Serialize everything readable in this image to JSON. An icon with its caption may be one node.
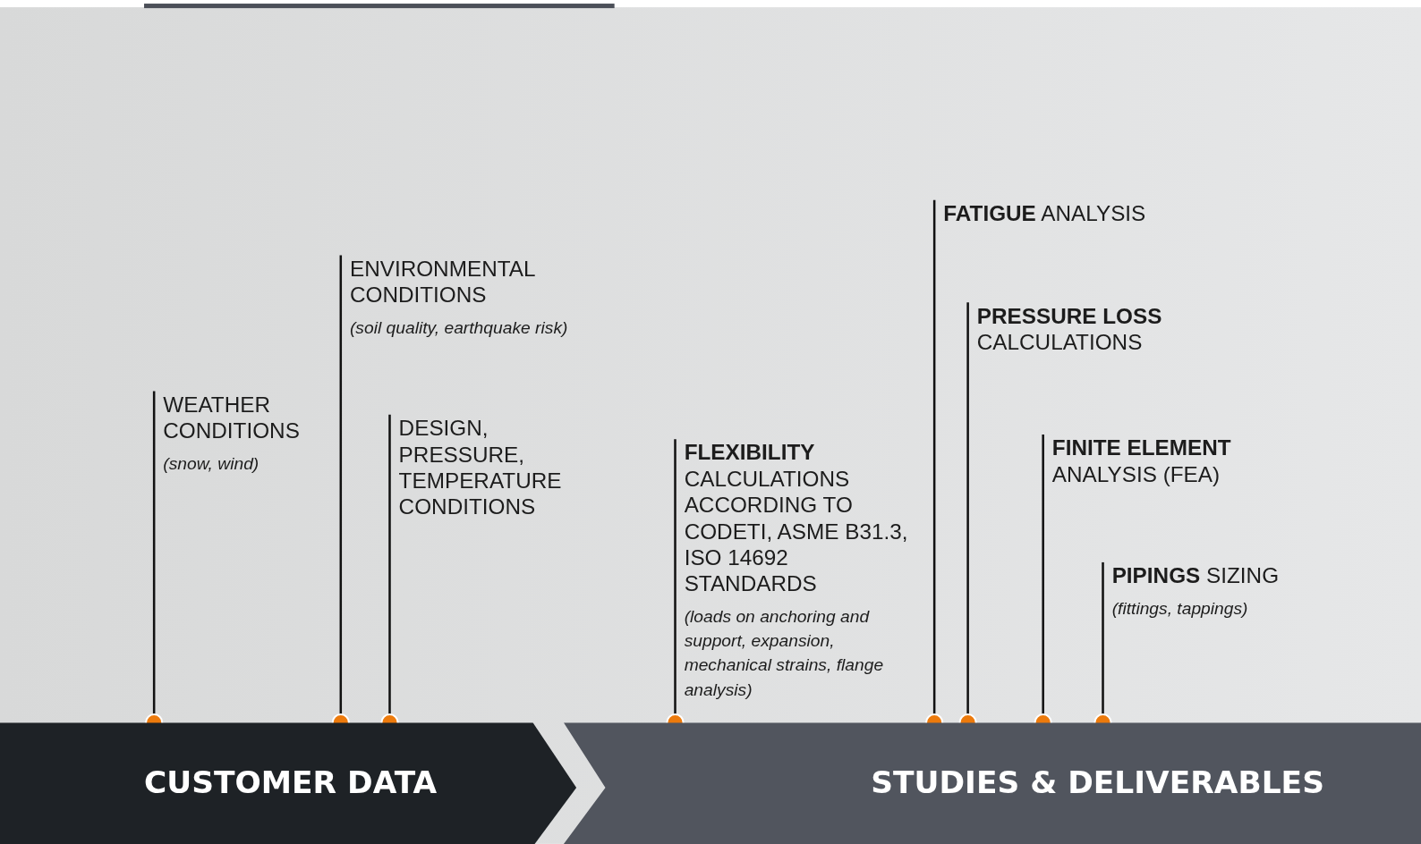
{
  "diagram": {
    "nodes": [
      {
        "text": [
          "CUSTOMER DATA"
        ]
      },
      {
        "text": [
          "STUDIES & DELIVERABLES"
        ]
      },
      {
        "text": [
          "WEATHER CONDITIONS",
          "(snow, wind)"
        ]
      },
      {
        "text": [
          "ENVIRONMENTAL CONDITIONS",
          "(soil quality, earthquake risk)"
        ]
      },
      {
        "text": [
          "DESIGN, PRESSURE, TEMPERATURE CONDITIONS"
        ]
      },
      {
        "text": [
          "**FLEXIBILITY** CALCULATIONS ACCORDING TO CODETI, ASME B31.3, ISO 14692 STANDARDS",
          "(loads on anchoring and support, expansion, mechanical strains, flange analysis)"
        ]
      },
      {
        "text": [
          "**FATIGUE** ANALYSIS"
        ]
      },
      {
        "text": [
          "**PRESSURE LOSS** CALCULATIONS"
        ]
      },
      {
        "text": [
          "**FINITE ELEMENT** ANALYSIS (FEA)"
        ]
      },
      {
        "text": [
          "**PIPINGS** SIZING",
          "(fittings, tappings)"
        ]
      }
    ],
    "edges": [
      {
        "from": 2,
        "to": 0,
        "arrow": "other"
      },
      {
        "from": 3,
        "to": 0,
        "arrow": "other"
      },
      {
        "from": 4,
        "to": 0,
        "arrow": "other"
      },
      {
        "from": 5,
        "to": 1,
        "arrow": "other"
      },
      {
        "from": 6,
        "to": 1,
        "arrow": "other"
      },
      {
        "from": 7,
        "to": 1,
        "arrow": "other"
      },
      {
        "from": 8,
        "to": 1,
        "arrow": "other"
      },
      {
        "from": 9,
        "to": 1,
        "arrow": "other"
      }
    ]
  }
}
